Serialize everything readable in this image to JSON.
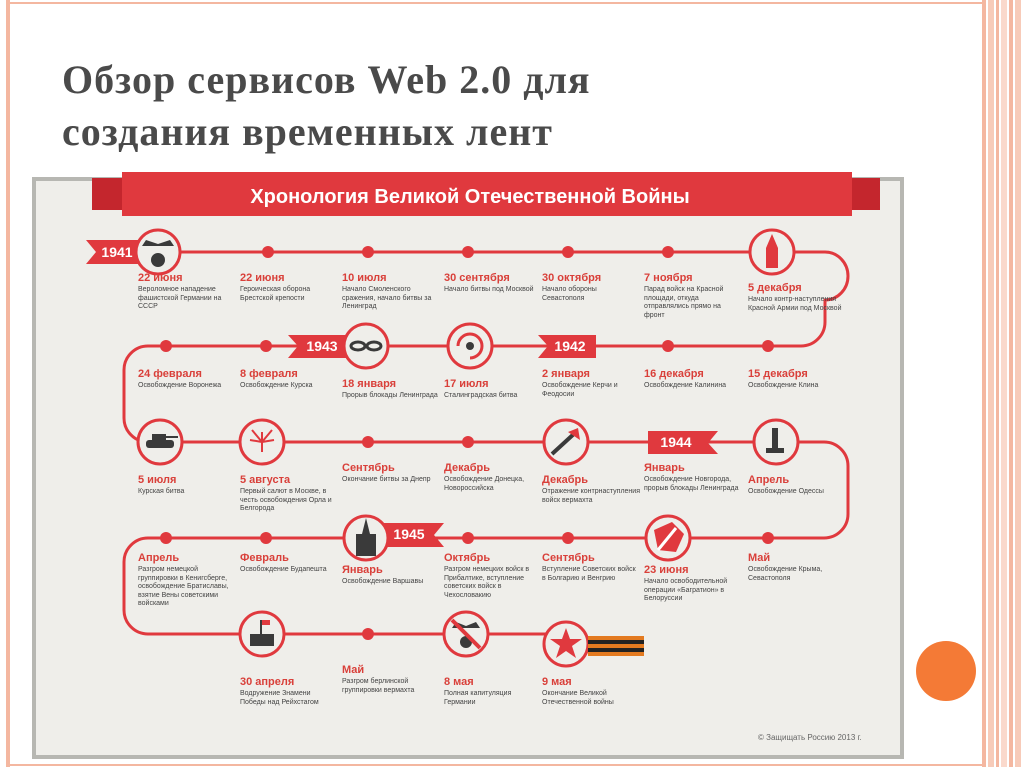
{
  "slide": {
    "title_line1": "Обзор сервисов Web 2.0 для",
    "title_line2": "создания временных лент"
  },
  "poster": {
    "banner": "Хронология Великой Отечественной Войны",
    "copyright": "© Защищать Россию 2013 г.",
    "years": [
      "1941",
      "1942",
      "1943",
      "1944",
      "1945"
    ],
    "accent_color": "#e0393e",
    "icons": [
      "eagle-icon",
      "kremlin-tower-icon",
      "chain-icon",
      "encirclement-icon",
      "tank-icon",
      "fireworks-icon",
      "arrow-icon",
      "monument-icon",
      "tower-icon",
      "map-arrow-icon",
      "reichstag-icon",
      "crossed-eagle-icon",
      "star-icon",
      "st-george-ribbon-icon"
    ],
    "row1": [
      {
        "date": "22 июня",
        "desc": "Вероломное нападение фашистской Германии на СССР"
      },
      {
        "date": "22 июня",
        "desc": "Героическая оборона Брестской крепости"
      },
      {
        "date": "10 июля",
        "desc": "Начало Смоленского сражения, начало битвы за Ленинград"
      },
      {
        "date": "30 сентября",
        "desc": "Начало битвы под Москвой"
      },
      {
        "date": "30 октября",
        "desc": "Начало обороны Севастополя"
      },
      {
        "date": "7 ноября",
        "desc": "Парад войск на Красной площади, откуда отправлялись прямо на фронт"
      },
      {
        "date": "5 декабря",
        "desc": "Начало контр-наступления Красной Армии под Москвой"
      }
    ],
    "row2": [
      {
        "date": "24 февраля",
        "desc": "Освобождение Воронежа"
      },
      {
        "date": "8 февраля",
        "desc": "Освобождение Курска"
      },
      {
        "date": "18 января",
        "desc": "Прорыв блокады Ленинграда"
      },
      {
        "date": "17 июля",
        "desc": "Сталинградская битва"
      },
      {
        "date": "2 января",
        "desc": "Освобождение Керчи и Феодосии"
      },
      {
        "date": "16 декабря",
        "desc": "Освобождение Калинина"
      },
      {
        "date": "15 декабря",
        "desc": "Освобождение Клина"
      }
    ],
    "row3": [
      {
        "date": "5 июля",
        "desc": "Курская битва"
      },
      {
        "date": "5 августа",
        "desc": "Первый салют в Москве, в честь освобождения Орла и Белгорода"
      },
      {
        "date": "Сентябрь",
        "desc": "Окончание битвы за Днепр"
      },
      {
        "date": "Декабрь",
        "desc": "Освобождение Донецка, Новороссийска"
      },
      {
        "date": "Декабрь",
        "desc": "Отражение контрнаступления войск вермахта"
      },
      {
        "date": "Январь",
        "desc": "Освобождение Новгорода, прорыв блокады Ленинграда"
      },
      {
        "date": "Апрель",
        "desc": "Освобождение Одессы"
      }
    ],
    "row4": [
      {
        "date": "Апрель",
        "desc": "Разгром немецкой группировки в Кенигсберге, освобождение Братиславы, взятие Вены советскими войсками"
      },
      {
        "date": "Февраль",
        "desc": "Освобождение Будапешта"
      },
      {
        "date": "Январь",
        "desc": "Освобождение Варшавы"
      },
      {
        "date": "Октябрь",
        "desc": "Разгром немецких войск в Прибалтике, вступление советских войск в Чехословакию"
      },
      {
        "date": "Сентябрь",
        "desc": "Вступление Советских войск в Болгарию и Венгрию"
      },
      {
        "date": "23 июня",
        "desc": "Начало освободительной операции «Багратион» в Белоруссии"
      },
      {
        "date": "Май",
        "desc": "Освобождение Крыма, Севастополя"
      }
    ],
    "row5": [
      {
        "date": "30 апреля",
        "desc": "Водружение Знамени Победы над Рейхстагом"
      },
      {
        "date": "Май",
        "desc": "Разгром берлинской группировки вермахта"
      },
      {
        "date": "8 мая",
        "desc": "Полная капитуляция Германии"
      },
      {
        "date": "9 мая",
        "desc": "Окончание Великой Отечественной войны"
      }
    ]
  }
}
